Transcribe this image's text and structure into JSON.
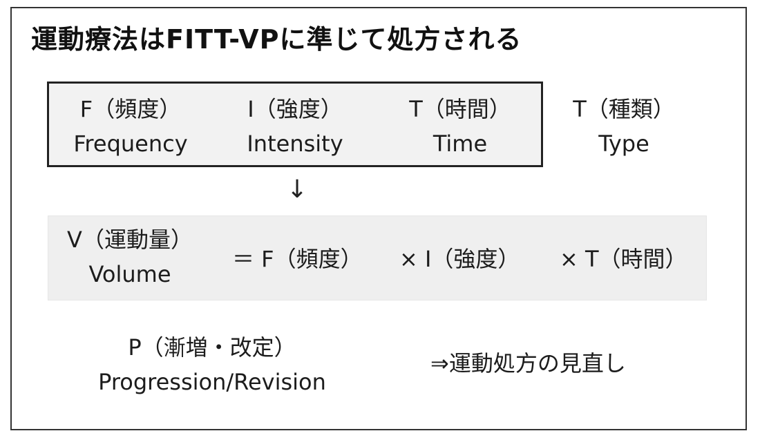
{
  "title": "運動療法はFITT-VPに準じて処方される",
  "fitt": {
    "frequency": {
      "ja": "F（頻度）",
      "en": "Frequency"
    },
    "intensity": {
      "ja": "I（強度）",
      "en": "Intensity"
    },
    "time": {
      "ja": "T（時間）",
      "en": "Time"
    },
    "type": {
      "ja": "T（種類）",
      "en": "Type"
    }
  },
  "arrow": "↓",
  "volume": {
    "ja": "V（運動量）",
    "en": "Volume",
    "eq_frequency": "＝ F（頻度）",
    "times_intensity": "× I（強度）",
    "times_time": "× T（時間）"
  },
  "progression": {
    "ja": "P（漸増・改定）",
    "en": "Progression/Revision",
    "note": "⇒運動処方の見直し"
  }
}
